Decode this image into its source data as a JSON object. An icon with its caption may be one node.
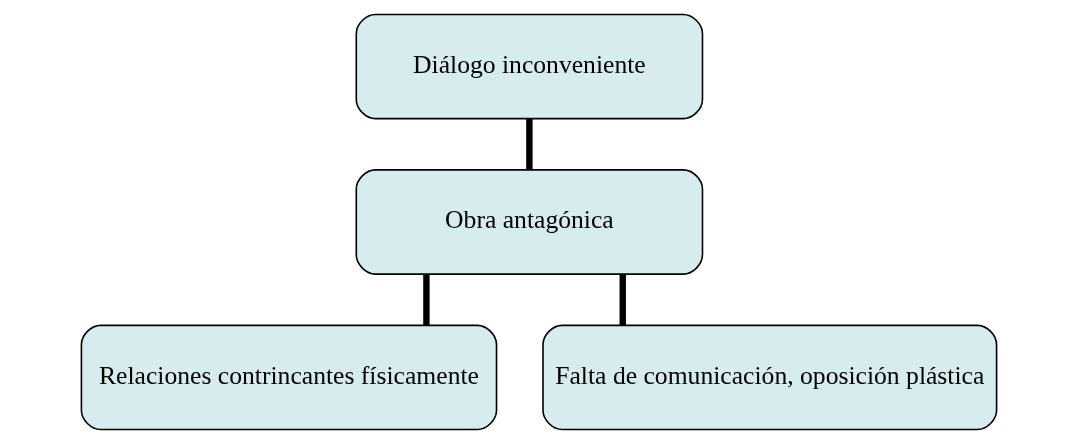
{
  "diagram": {
    "nodes": [
      {
        "text": [
          "Diálogo inconveniente"
        ]
      },
      {
        "text": [
          "Obra antagónica"
        ]
      },
      {
        "text": [
          "Relaciones contrincantes físicamente"
        ]
      },
      {
        "text": [
          "Falta de comunicación, oposición plástica"
        ]
      }
    ],
    "edges": [
      {
        "from": 0,
        "to": 1,
        "arrow": "none"
      },
      {
        "from": 1,
        "to": 2,
        "arrow": "none"
      },
      {
        "from": 1,
        "to": 3,
        "arrow": "none"
      }
    ]
  }
}
